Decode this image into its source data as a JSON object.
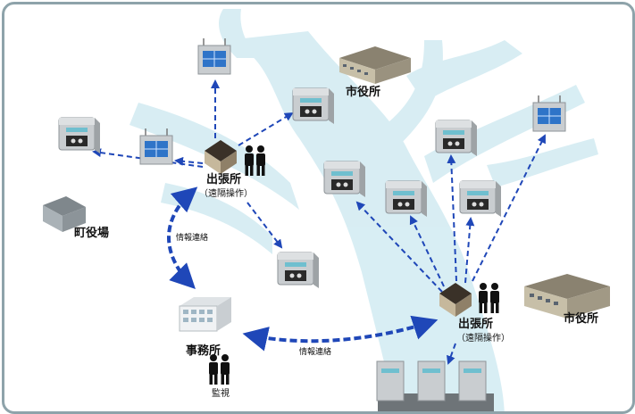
{
  "labels": {
    "city_hall_top": "市役所",
    "city_hall_right": "市役所",
    "town_hall": "町役場",
    "branch_left": "出張所",
    "branch_left_sub": "（遠隔操作）",
    "branch_right": "出張所",
    "branch_right_sub": "（遠隔操作）",
    "office": "事務所",
    "monitor": "監視",
    "info_link_left": "情報連絡",
    "info_link_bottom": "情報連絡"
  },
  "colors": {
    "arrow": "#1f47b8",
    "river": "#d6edf3",
    "frame": "#8ea3aa"
  }
}
